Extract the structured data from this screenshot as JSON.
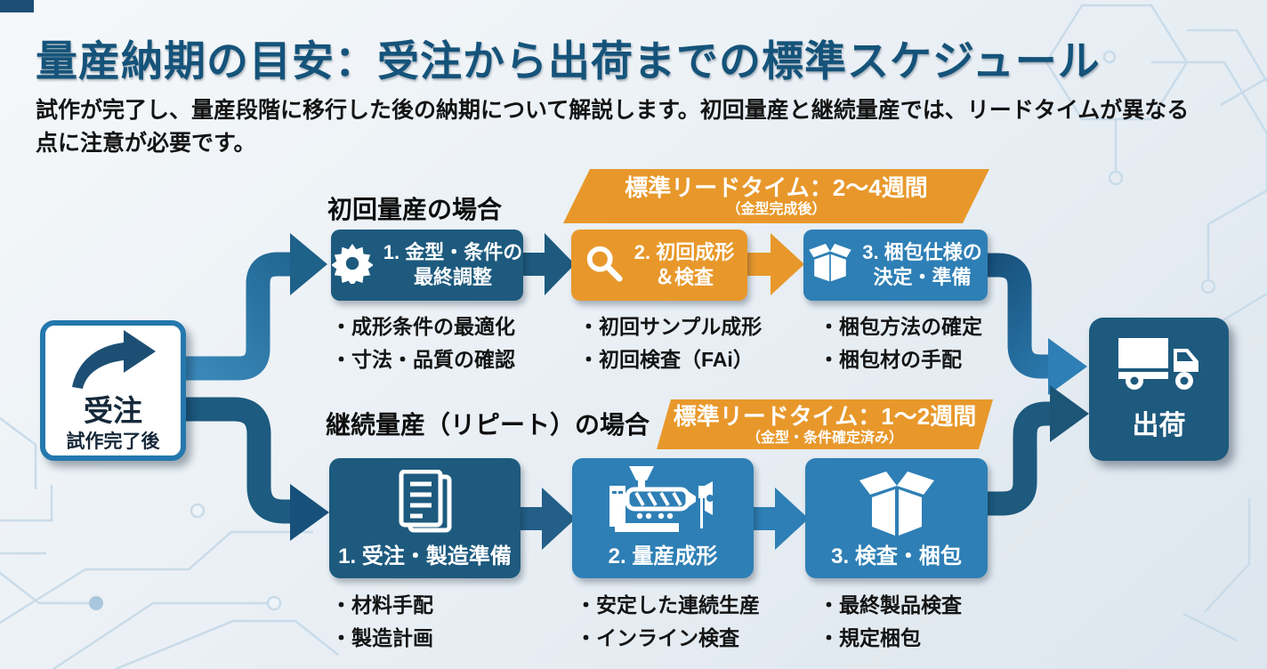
{
  "header": {
    "title": "量産納期の目安：受注から出荷までの標準スケジュール",
    "subtitle_line1": "試作が完了し、量産段階に移行した後の納期について解説します。初回量産と継続量産では、リードタイムが異なる",
    "subtitle_line2": "点に注意が必要です。"
  },
  "start_node": {
    "label": "受注",
    "sublabel": "試作完了後"
  },
  "end_node": {
    "label": "出荷"
  },
  "top_row": {
    "section_label": "初回量産の場合",
    "banner": {
      "line1": "標準リードタイム：2〜4週間",
      "line2": "（金型完成後）"
    },
    "steps": [
      {
        "line1": "1. 金型・条件の",
        "line2": "最終調整",
        "bullet1": "・成形条件の最適化",
        "bullet2": "・寸法・品質の確認"
      },
      {
        "line1": "2. 初回成形",
        "line2": "＆検査",
        "bullet1": "・初回サンプル成形",
        "bullet2": "・初回検査（FAi）"
      },
      {
        "line1": "3. 梱包仕様の",
        "line2": "決定・準備",
        "bullet1": "・梱包方法の確定",
        "bullet2": "・梱包材の手配"
      }
    ]
  },
  "bottom_row": {
    "section_label": "継続量産（リピート）の場合",
    "banner": {
      "line1": "標準リードタイム：1〜2週間",
      "line2": "（金型・条件確定済み）"
    },
    "steps": [
      {
        "label": "1. 受注・製造準備",
        "bullet1": "・材料手配",
        "bullet2": "・製造計画"
      },
      {
        "label": "2. 量産成形",
        "bullet1": "・安定した連続生産",
        "bullet2": "・インライン検査"
      },
      {
        "label": "3. 検査・梱包",
        "bullet1": "・最終製品検査",
        "bullet2": "・規定梱包"
      }
    ]
  },
  "icons": [
    "curved-arrow-icon",
    "gear-icon",
    "magnifier-icon",
    "package-box-icon",
    "documents-icon",
    "molding-machine-icon",
    "open-carton-icon",
    "truck-icon"
  ],
  "colors": {
    "title_blue": "#15537a",
    "dark_blue_box": "#1d5a7e",
    "medium_blue_box": "#2e7fb5",
    "orange": "#e8982b",
    "background": "#eaf0f5",
    "circuit_line": "#c9dbe9"
  }
}
